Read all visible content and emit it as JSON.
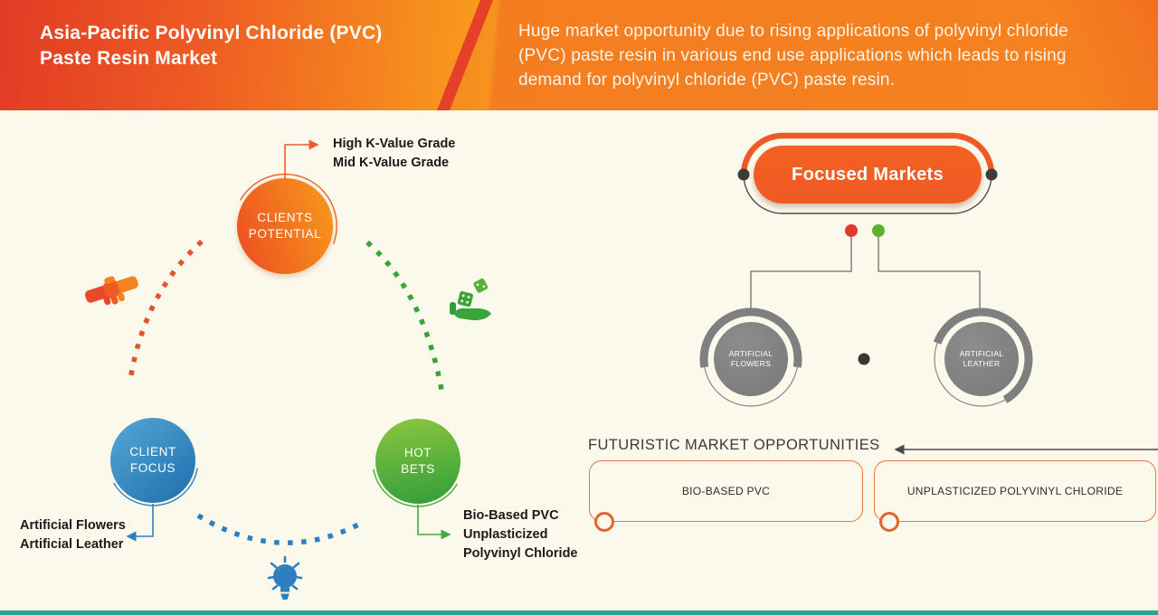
{
  "header": {
    "title_line1": "Asia-Pacific Polyvinyl Chloride (PVC)",
    "title_line2": "Paste Resin Market",
    "description": "Huge market opportunity due to rising applications of polyvinyl chloride (PVC) paste resin in various end use applications which leads to rising demand for polyvinyl chloride (PVC) paste resin."
  },
  "left_diagram": {
    "clients_potential": {
      "label_line1": "CLIENTS",
      "label_line2": "POTENTIAL",
      "callout_line1": "High K-Value Grade",
      "callout_line2": "Mid K-Value Grade"
    },
    "client_focus": {
      "label_line1": "CLIENT",
      "label_line2": "FOCUS",
      "callout_line1": "Artificial Flowers",
      "callout_line2": "Artificial Leather"
    },
    "hot_bets": {
      "label_line1": "HOT",
      "label_line2": "BETS",
      "callout_line1": "Bio-Based PVC",
      "callout_line2": "Unplasticized",
      "callout_line3": "Polyvinyl Chloride"
    },
    "icons": {
      "handshake": "clasped-hands shape (orange)",
      "dice_hand": "hand tossing two dice (green)",
      "lightbulb": "glowing bulb (blue)"
    }
  },
  "right_diagram": {
    "focused_markets_label": "Focused Markets",
    "market_circles": [
      {
        "label": "ARTIFICIAL FLOWERS"
      },
      {
        "label": "ARTIFICIAL LEATHER"
      }
    ],
    "futuristic_heading": "FUTURISTIC MARKET OPPORTUNITIES",
    "opportunity_boxes": [
      {
        "label": "BIO-BASED PVC"
      },
      {
        "label": "UNPLASTICIZED POLYVINYL CHLORIDE"
      }
    ]
  },
  "colors": {
    "header_gradient_left": "#e23b25",
    "header_gradient_right": "#f58220",
    "orange_accent": "#f05a24",
    "blue_accent": "#2e7fc1",
    "green_accent": "#3aa53a",
    "gray_circle": "#7f7f7f",
    "red_dot": "#e2382d",
    "green_dot": "#5fb030",
    "dark_dot": "#3f3b38",
    "background": "#fbf8ec",
    "teal_bar": "#28a59a",
    "box_border": "#e9743c"
  }
}
